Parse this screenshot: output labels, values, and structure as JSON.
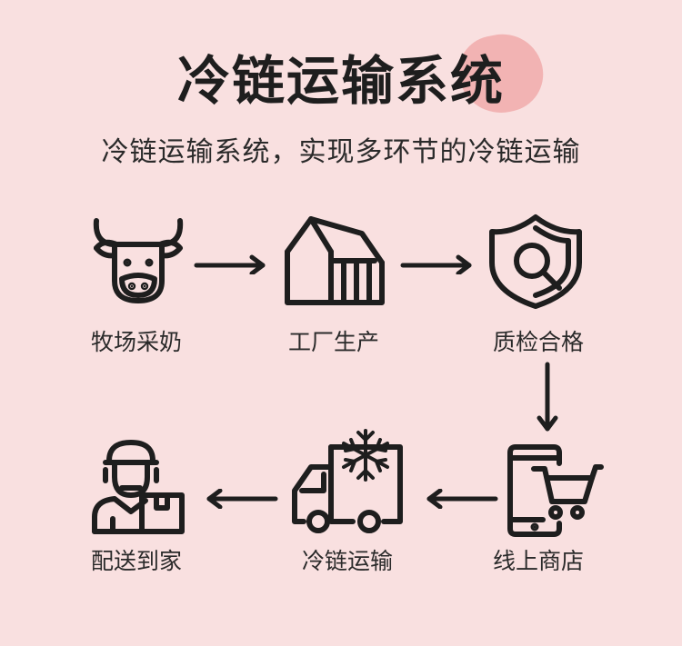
{
  "title": "冷链运输系统",
  "subtitle": "冷链运输系统，实现多环节的冷链运输",
  "steps": [
    {
      "label": "牧场采奶",
      "icon": "cow-icon"
    },
    {
      "label": "工厂生产",
      "icon": "factory-icon"
    },
    {
      "label": "质检合格",
      "icon": "quality-shield-icon"
    },
    {
      "label": "线上商店",
      "icon": "phone-cart-icon"
    },
    {
      "label": "冷链运输",
      "icon": "refrigerated-truck-icon"
    },
    {
      "label": "配送到家",
      "icon": "delivery-person-icon"
    }
  ],
  "colors": {
    "background": "#f9e0e0",
    "accent": "#f2b3b3",
    "ink": "#222222"
  }
}
